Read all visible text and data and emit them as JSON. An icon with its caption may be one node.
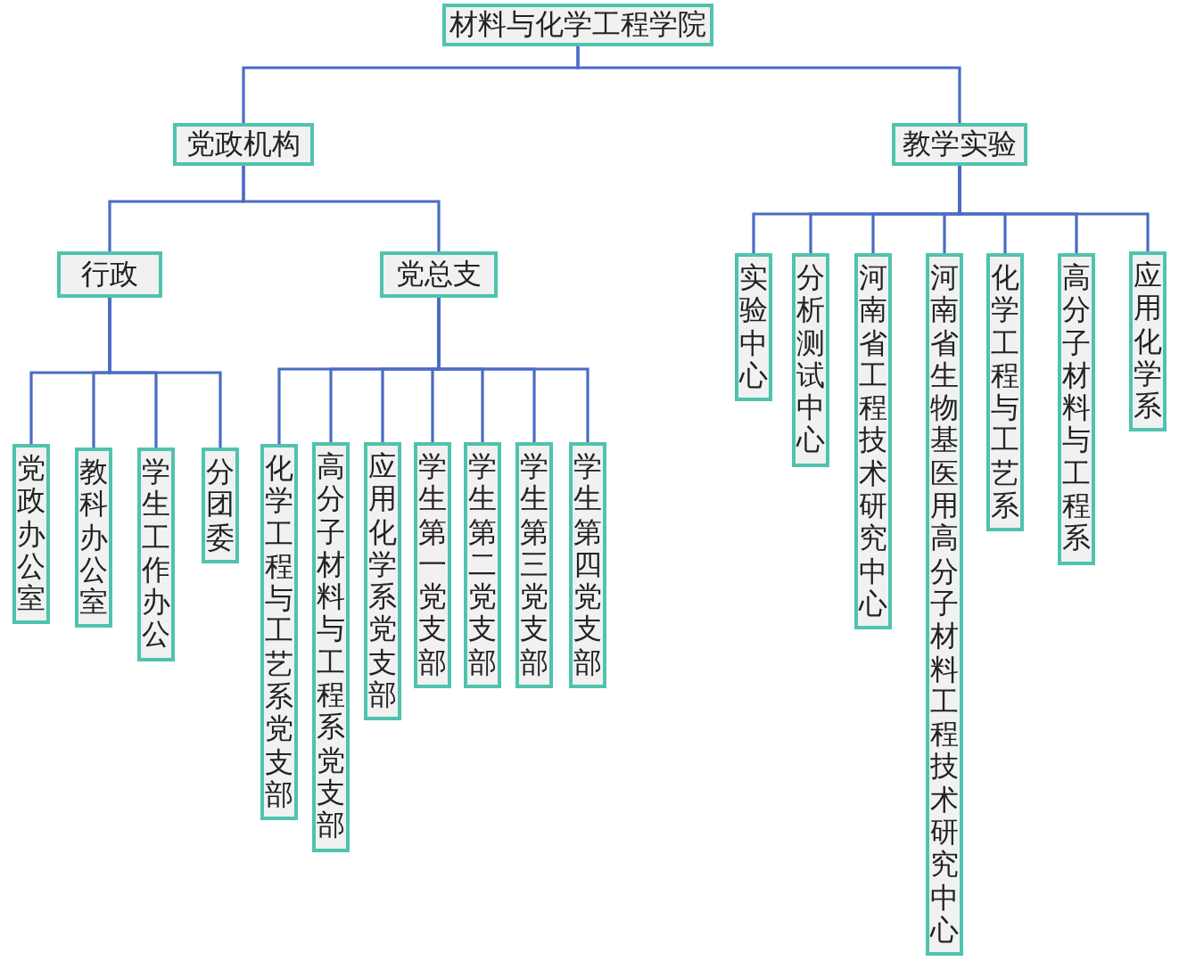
{
  "diagram": {
    "nodes": [
      {
        "text": [
          "材料与化学工程学院"
        ]
      },
      {
        "text": [
          "党政机构"
        ]
      },
      {
        "text": [
          "教学实验"
        ]
      },
      {
        "text": [
          "行政"
        ]
      },
      {
        "text": [
          "党总支"
        ]
      },
      {
        "text": [
          "党政办公室"
        ]
      },
      {
        "text": [
          "教科办公室"
        ]
      },
      {
        "text": [
          "学生工作办公"
        ]
      },
      {
        "text": [
          "分团委"
        ]
      },
      {
        "text": [
          "化学工程与工艺系党支部"
        ]
      },
      {
        "text": [
          "高分子材料与工程系党支部"
        ]
      },
      {
        "text": [
          "应用化学系党支部"
        ]
      },
      {
        "text": [
          "学生第一党支部"
        ]
      },
      {
        "text": [
          "学生第二党支部"
        ]
      },
      {
        "text": [
          "学生第三党支部"
        ]
      },
      {
        "text": [
          "学生第四党支部"
        ]
      },
      {
        "text": [
          "实验中心"
        ]
      },
      {
        "text": [
          "分析测试中心"
        ]
      },
      {
        "text": [
          "河南省工程技术研究中心"
        ]
      },
      {
        "text": [
          "河南省生物基医用高分子材料工程技术研究中心"
        ]
      },
      {
        "text": [
          "化学工程与工艺系"
        ]
      },
      {
        "text": [
          "高分子材料与工程系"
        ]
      },
      {
        "text": [
          "应用化学系"
        ]
      }
    ],
    "edges": [
      {
        "from": 0,
        "to": 1,
        "arrow": "none"
      },
      {
        "from": 0,
        "to": 2,
        "arrow": "none"
      },
      {
        "from": 1,
        "to": 3,
        "arrow": "none"
      },
      {
        "from": 1,
        "to": 4,
        "arrow": "none"
      },
      {
        "from": 3,
        "to": 5,
        "arrow": "none"
      },
      {
        "from": 3,
        "to": 6,
        "arrow": "none"
      },
      {
        "from": 3,
        "to": 7,
        "arrow": "none"
      },
      {
        "from": 3,
        "to": 8,
        "arrow": "none"
      },
      {
        "from": 4,
        "to": 9,
        "arrow": "none"
      },
      {
        "from": 4,
        "to": 10,
        "arrow": "none"
      },
      {
        "from": 4,
        "to": 11,
        "arrow": "none"
      },
      {
        "from": 4,
        "to": 12,
        "arrow": "none"
      },
      {
        "from": 4,
        "to": 13,
        "arrow": "none"
      },
      {
        "from": 4,
        "to": 14,
        "arrow": "none"
      },
      {
        "from": 4,
        "to": 15,
        "arrow": "none"
      },
      {
        "from": 2,
        "to": 16,
        "arrow": "none"
      },
      {
        "from": 2,
        "to": 17,
        "arrow": "none"
      },
      {
        "from": 2,
        "to": 18,
        "arrow": "none"
      },
      {
        "from": 2,
        "to": 19,
        "arrow": "none"
      },
      {
        "from": 2,
        "to": 20,
        "arrow": "none"
      },
      {
        "from": 2,
        "to": 21,
        "arrow": "none"
      },
      {
        "from": 2,
        "to": 22,
        "arrow": "none"
      }
    ]
  }
}
